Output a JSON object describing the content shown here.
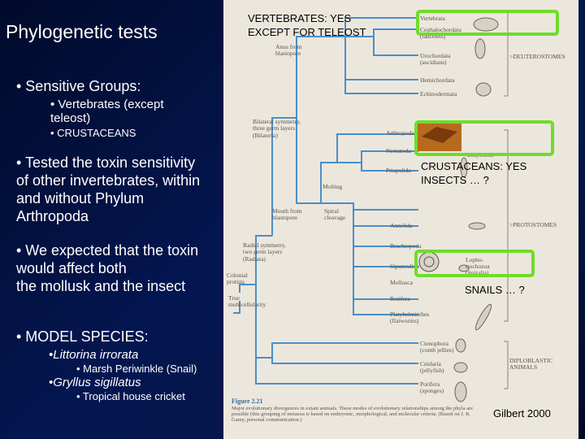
{
  "slide": {
    "title": "Phylogenetic tests",
    "bullets": {
      "sensitive_groups": "• Sensitive Groups:",
      "vertebrates_line1": "• Vertebrates (except",
      "vertebrates_line2": "teleost)",
      "crustaceans": "• CRUSTACEANS",
      "tested_line1": "• Tested the toxin sensitivity",
      "tested_line2": "of other invertebrates, within",
      "tested_line3": "and without Phylum",
      "tested_line4": "Arthropoda",
      "expected_line1": "• We expected that the toxin",
      "expected_line2": "would affect both",
      "expected_line3": "the mollusk and the insect",
      "model_species": "• MODEL SPECIES:",
      "species1_name": "•Littorina irrorata",
      "species1_common": "• Marsh Periwinkle (Snail)",
      "species2_name": "•Gryllus sigillatus",
      "species2_common": "• Tropical house cricket"
    }
  },
  "figure": {
    "overlay_vertebrates_line1": "VERTEBRATES: YES",
    "overlay_vertebrates_line2": "EXCEPT FOR TELEOST",
    "overlay_crustaceans_line1": "CRUSTACEANS: YES",
    "overlay_crustaceans_line2": "INSECTS … ?",
    "overlay_snails": "SNAILS … ?",
    "citation": "Gilbert 2000",
    "taxa": {
      "vertebrata": "Vertebrata",
      "cephalochordata": "Cephalochordata",
      "cephalochordata_sub": "(lancelets)",
      "urochordata": "Urochordata",
      "urochordata_sub": "(ascidians)",
      "hemichordata": "Hemichordata",
      "echinodermata": "Echinodermata",
      "arthropoda": "Arthropoda",
      "nematoda": "Nematoda",
      "priapulida": "Priapulida",
      "annelida": "Annelida",
      "brachiopoda": "Brachiopoda",
      "sipunculida": "Sipunculida",
      "mollusca": "Mollusca",
      "rotifera": "Rotifera",
      "platyhelminthes": "Platyhelminthes",
      "platyhelminthes_sub": "(flatworms)",
      "ctenophora": "Ctenophora",
      "ctenophora_sub": "(comb jellies)",
      "cnidaria": "Cnidaria",
      "cnidaria_sub": "(jellyfish)",
      "porifera": "Porifera",
      "porifera_sub": "(sponges)"
    },
    "groups": {
      "deuterostomes": ">DEUTEROSTOMES",
      "ecdysozoa": "Ecdysozoa",
      "protostomes": ">PROTOSTOMES",
      "lophotrochozoa_line1": "Lopho-",
      "lophotrochozoa_line2": "trochozoa",
      "lophotrochozoa_line3": "(Spiralia)",
      "diploblastic_line1": "DIPLOBLASTIC",
      "diploblastic_line2": "ANIMALS"
    },
    "nodes": {
      "anus_from_blastopore": "Anus from blastopore",
      "bilateral": "Bilateral symmetry, three germ layers (Bilateria)",
      "molting": "Molting",
      "mouth_from_blastopore": "Mouth from blastopore",
      "spiral_cleavage": "Spiral cleavage",
      "radial": "Radial symmetry, two germ layers (Radiata)",
      "colonial_protists": "Colonial protists",
      "true_multicellularity": "True multicellularity"
    },
    "figure_label": "Figure 2.21",
    "caption": "Major evolutionary divergences in extant animals. These modes of evolutionary relationships among the phyla are possible (this grouping of metazoa is based on embryonic, morphological, and molecular criteria. (Based on J. R. Garey, personal communication.)"
  },
  "colors": {
    "background": "#041650",
    "text": "#ffffff",
    "highlight_box": "#6fdc2a",
    "figure_bg": "#ece7dd",
    "tree_line": "#4a8fc8"
  }
}
